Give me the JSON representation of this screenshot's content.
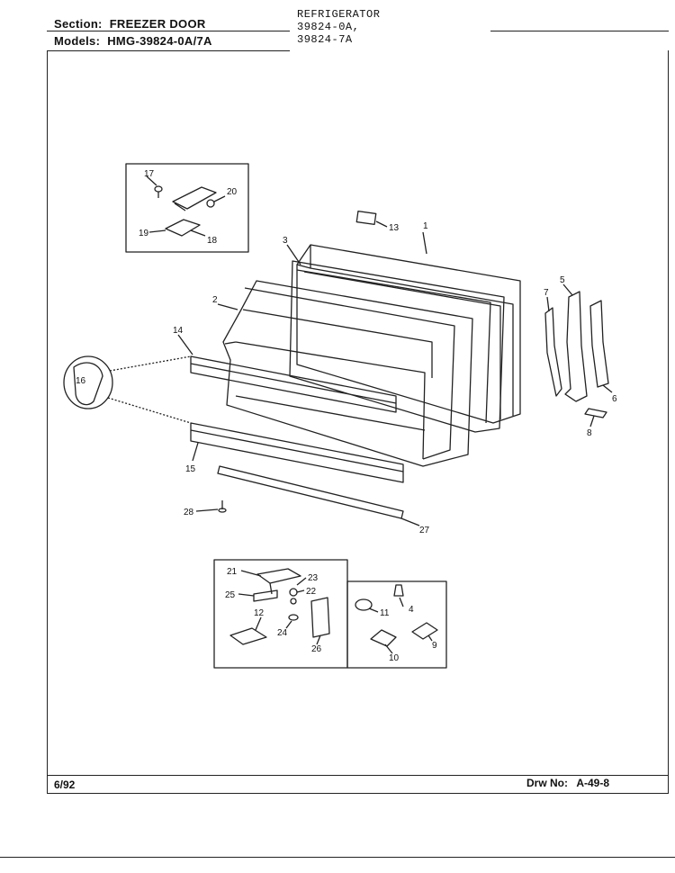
{
  "header": {
    "section_label": "Section:",
    "section_value": "FREEZER DOOR",
    "models_label": "Models:",
    "models_value": "HMG-39824-0A/7A",
    "product_type": "REFRIGERATOR",
    "model_line1": "39824-0A,",
    "model_line2": "39824-7A"
  },
  "footer": {
    "date": "6/92",
    "drawing_label": "Drw No:",
    "drawing_number": "A-49-8"
  },
  "callouts": [
    "1",
    "2",
    "3",
    "4",
    "5",
    "6",
    "7",
    "8",
    "9",
    "10",
    "11",
    "12",
    "13",
    "14",
    "15",
    "16",
    "17",
    "18",
    "19",
    "20",
    "21",
    "22",
    "23",
    "24",
    "25",
    "26",
    "27",
    "28"
  ]
}
